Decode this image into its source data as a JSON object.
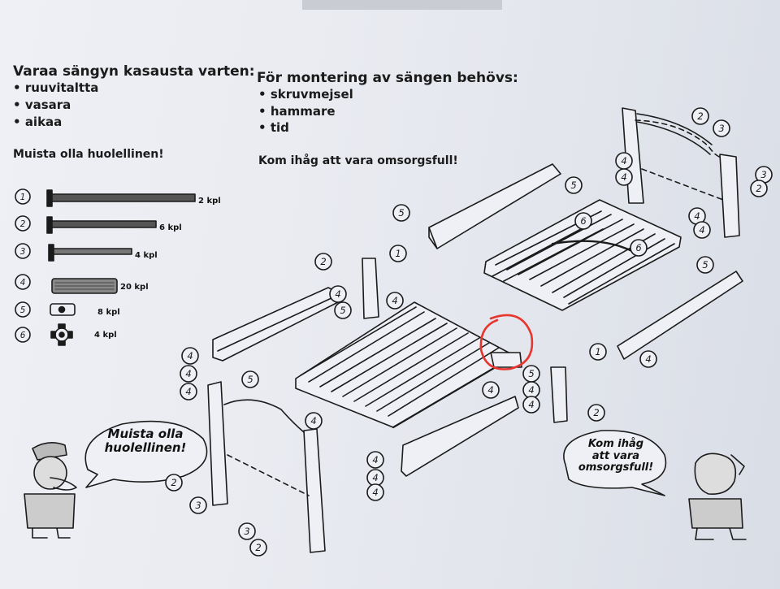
{
  "finnish": {
    "heading": "Varaa sängyn kasausta varten:",
    "items": [
      "ruuvitaltta",
      "vasara",
      "aikaa"
    ],
    "reminder": "Muista olla huolellinen!"
  },
  "swedish": {
    "heading": "För montering av sängen behövs:",
    "items": [
      "skruvmejsel",
      "hammare",
      "tid"
    ],
    "reminder": "Kom ihåg att vara omsorgsfull!"
  },
  "parts": [
    {
      "num": "1",
      "qty": "2 kpl"
    },
    {
      "num": "2",
      "qty": "6 kpl"
    },
    {
      "num": "3",
      "qty": "4 kpl"
    },
    {
      "num": "4",
      "qty": "20 kpl"
    },
    {
      "num": "5",
      "qty": "8 kpl"
    },
    {
      "num": "6",
      "qty": "4 kpl"
    }
  ],
  "bubbles": {
    "left": [
      "Muista olla",
      "huolellinen!"
    ],
    "right": [
      "Kom ihåg",
      "att vara",
      "omsorgsfull!"
    ]
  },
  "callouts": [
    "2",
    "3",
    "4",
    "4",
    "5",
    "3",
    "2",
    "4",
    "4",
    "6",
    "6",
    "5",
    "2",
    "1",
    "4",
    "4",
    "5",
    "5",
    "4",
    "4",
    "4",
    "4",
    "5",
    "4",
    "4",
    "4",
    "4",
    "1",
    "2",
    "4",
    "4",
    "5",
    "2",
    "3",
    "3",
    "2",
    "4"
  ],
  "colors": {
    "ink": "#1b1b1b",
    "highlight": "#e8362f",
    "paper": "#eceef3"
  }
}
